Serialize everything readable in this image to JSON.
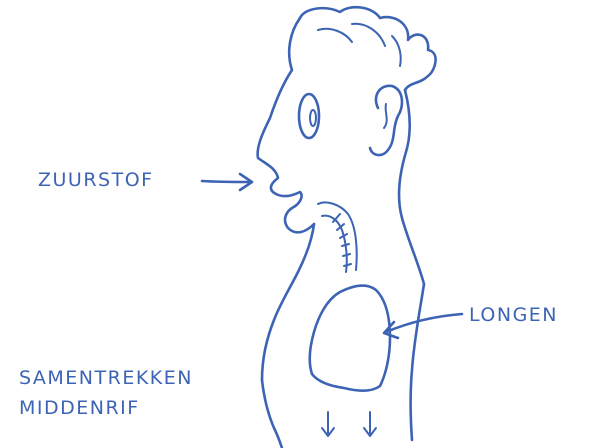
{
  "labels": {
    "oxygen": "ZUURSTOF",
    "lungs": "LONGEN",
    "diaphragm_line1": "SAMENTREKKEN",
    "diaphragm_line2": "MIDDENRIF"
  },
  "colors": {
    "ink": "#3d64b4",
    "background": "#ffffff"
  }
}
